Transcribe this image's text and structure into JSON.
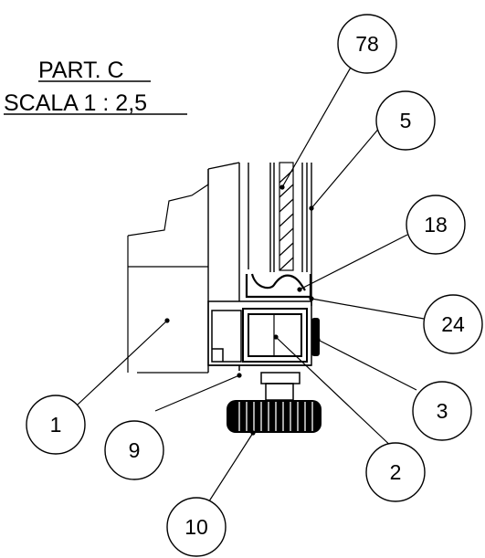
{
  "title": {
    "line1": "PART. C",
    "line2": "SCALA 1 : 2,5"
  },
  "callouts": [
    {
      "id": "c1",
      "label": "1"
    },
    {
      "id": "c2",
      "label": "2"
    },
    {
      "id": "c3",
      "label": "3"
    },
    {
      "id": "c5",
      "label": "5"
    },
    {
      "id": "c9",
      "label": "9"
    },
    {
      "id": "c10",
      "label": "10"
    },
    {
      "id": "c18",
      "label": "18"
    },
    {
      "id": "c24",
      "label": "24"
    },
    {
      "id": "c78",
      "label": "78"
    }
  ]
}
